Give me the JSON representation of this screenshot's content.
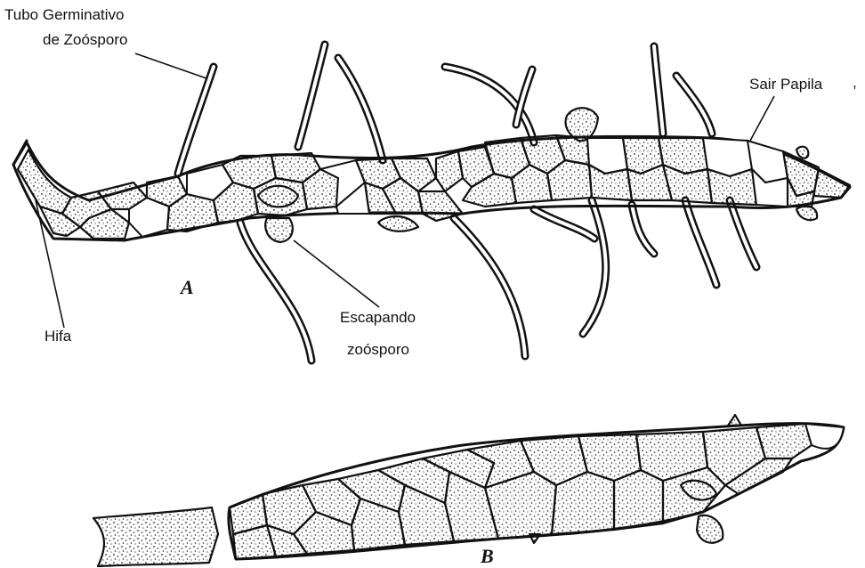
{
  "labels": {
    "tubo": "Tubo Germinativo",
    "de_zoosporo": "de Zoósporo",
    "sair_papila": "Sair Papila",
    "hifa": "Hifa",
    "escapando": "Escapando",
    "zoosporo": "zoósporo",
    "fig_a": "A",
    "fig_b": "B"
  },
  "stray_mark": ","
}
